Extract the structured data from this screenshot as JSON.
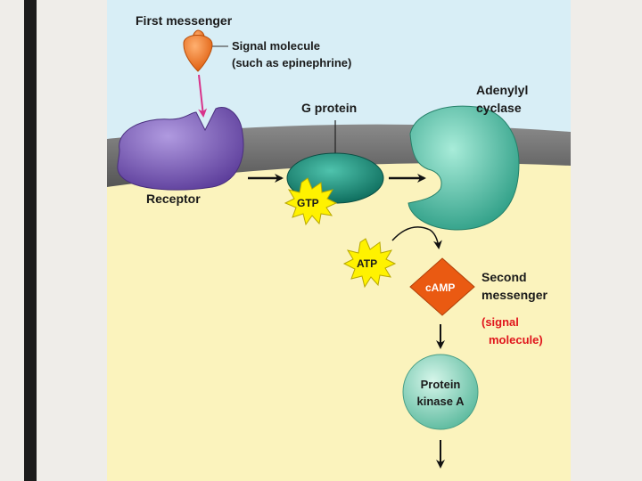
{
  "slide": {
    "labels": {
      "first_messenger": "First messenger",
      "signal_molecule_line1": "Signal molecule",
      "signal_molecule_line2": "(such as epinephrine)",
      "g_protein": "G protein",
      "adenylyl_line1": "Adenylyl",
      "adenylyl_line2": "cyclase",
      "receptor": "Receptor",
      "gtp": "GTP",
      "atp": "ATP",
      "camp": "cAMP",
      "second_messenger_line1": "Second",
      "second_messenger_line2": "messenger",
      "signal_note_line1": "(signal",
      "signal_note_line2": "molecule)",
      "protein_kinase_line1": "Protein",
      "protein_kinase_line2": "kinase A"
    },
    "colors": {
      "extracellular": "#d8eef6",
      "membrane": "#707070",
      "cytoplasm": "#fbf3bd",
      "receptor": "#8060b8",
      "g_protein": "#1e8f7c",
      "adenylyl_cyclase": "#5cc7ae",
      "camp": "#ea5a12",
      "protein_kinase": "#8cd8c0",
      "signal_molecule": "#f08018",
      "starburst": "#fff200",
      "red_note": "#e0151c",
      "pink_arrow": "#d8338a"
    }
  }
}
